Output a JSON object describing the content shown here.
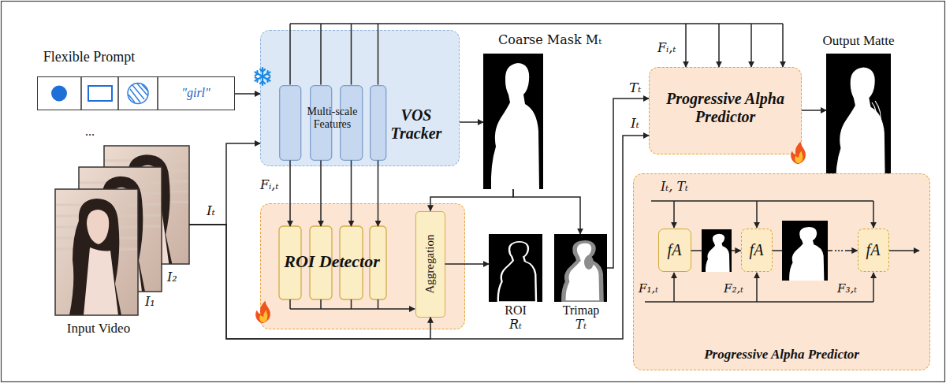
{
  "diagram": {
    "nodes": [
      {
        "text": [
          "Flexible Prompt"
        ]
      },
      {
        "text": [
          "\"girl\""
        ],
        "in": 0
      },
      {
        "text": [
          "VOS Tracker"
        ]
      },
      {
        "text": [
          "Multi-scale Features"
        ],
        "in": 2
      },
      {
        "text": [
          "Coarse Mask Mₜ"
        ]
      },
      {
        "text": [
          "Input Video"
        ]
      },
      {
        "text": [
          "ROI Detector"
        ]
      },
      {
        "text": [
          "Aggregation"
        ],
        "in": 6
      },
      {
        "text": [
          "ROI",
          "Rₜ"
        ]
      },
      {
        "text": [
          "Trimap",
          "Tₜ"
        ]
      },
      {
        "text": [
          "Progressive Alpha Predictor"
        ]
      },
      {
        "text": [
          "Output Matte"
        ]
      },
      {
        "text": [
          "Progressive Alpha Predictor"
        ]
      },
      {
        "text": [
          "fA"
        ],
        "in": 12
      },
      {
        "text": [
          "fA"
        ],
        "in": 12
      },
      {
        "text": [
          "fA"
        ],
        "in": 12
      }
    ],
    "edges": [
      {
        "from": 0,
        "to": 2,
        "arrow": "to"
      },
      {
        "from": 5,
        "to": 2,
        "arrow": "to"
      },
      {
        "from": 5,
        "to": 7,
        "arrow": "to"
      },
      {
        "from": 5,
        "to": 10,
        "arrow": "to",
        "label": "Iₜ"
      },
      {
        "from": 3,
        "to": 6,
        "arrow": "to"
      },
      {
        "from": 3,
        "to": 10,
        "arrow": "to"
      },
      {
        "from": 2,
        "to": 4,
        "arrow": "to"
      },
      {
        "from": 4,
        "to": 7,
        "arrow": "to"
      },
      {
        "from": 4,
        "to": 9,
        "arrow": "to"
      },
      {
        "from": 7,
        "to": 8,
        "arrow": "to"
      },
      {
        "from": 9,
        "to": 10,
        "arrow": "to",
        "label": "Tₜ"
      },
      {
        "from": 10,
        "to": 11,
        "arrow": "to"
      },
      {
        "from": 13,
        "to": 14,
        "arrow": "to"
      },
      {
        "from": 14,
        "to": 15,
        "arrow": "to"
      }
    ],
    "labels": [
      "...",
      "Iₜ",
      "I₂",
      "I₁",
      "Fᵢ,ₜ",
      "Fᵢ,ₜ",
      "Iₜ, Tₜ",
      "F₁,ₜ",
      "F₂,ₜ",
      "F₃,ₜ",
      "..."
    ]
  }
}
